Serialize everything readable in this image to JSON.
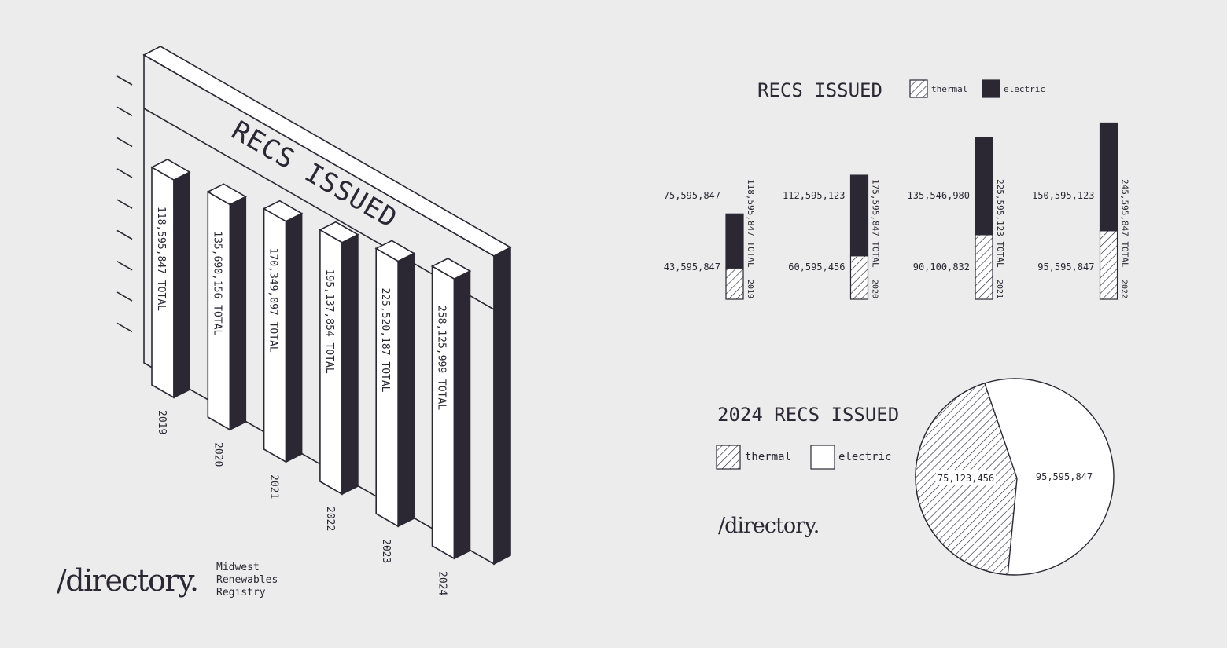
{
  "brand": {
    "logo_text": "/directory.",
    "registry_lines": [
      "Midwest",
      "Renewables",
      "Registry"
    ]
  },
  "colors": {
    "background": "#ececec",
    "ink": "#2b2833",
    "panel": "#ffffff"
  },
  "legend": {
    "thermal": "thermal",
    "electric": "electric"
  },
  "chart_data": [
    {
      "type": "bar",
      "title": "RECS ISSUED",
      "style": "isometric-3d",
      "categories": [
        "2019",
        "2020",
        "2021",
        "2022",
        "2023",
        "2024"
      ],
      "values": [
        118595847,
        135690156,
        170349097,
        195137854,
        225520187,
        258125999
      ],
      "value_labels": [
        "118,595,847 TOTAL",
        "135,690,156 TOTAL",
        "170,349,097 TOTAL",
        "195,137,854 TOTAL",
        "225,520,187 TOTAL",
        "258,125,999 TOTAL"
      ]
    },
    {
      "type": "bar",
      "stacked": true,
      "title": "RECS ISSUED",
      "legend_position": "top-right",
      "categories": [
        "2019",
        "2020",
        "2021",
        "2022"
      ],
      "series": [
        {
          "name": "thermal",
          "fill": "hatched",
          "values": [
            43595847,
            60595456,
            90100832,
            95595847
          ]
        },
        {
          "name": "electric",
          "fill": "solid",
          "values": [
            75595847,
            112595123,
            135546980,
            150595123
          ]
        }
      ],
      "series_labels": {
        "thermal": [
          "43,595,847",
          "60,595,456",
          "90,100,832",
          "95,595,847"
        ],
        "electric": [
          "75,595,847",
          "112,595,123",
          "135,546,980",
          "150,595,123"
        ]
      },
      "totals": [
        118595847,
        175595847,
        225595123,
        245595847
      ],
      "total_labels": [
        "118,595,847 TOTAL",
        "175,595,847 TOTAL",
        "225,595,123 TOTAL",
        "245,595,847 TOTAL"
      ]
    },
    {
      "type": "pie",
      "title": "2024 RECS ISSUED",
      "legend_position": "left",
      "labels": [
        "thermal",
        "electric"
      ],
      "values": [
        75123456,
        95595847
      ],
      "value_labels": [
        "75,123,456",
        "95,595,847"
      ]
    }
  ]
}
